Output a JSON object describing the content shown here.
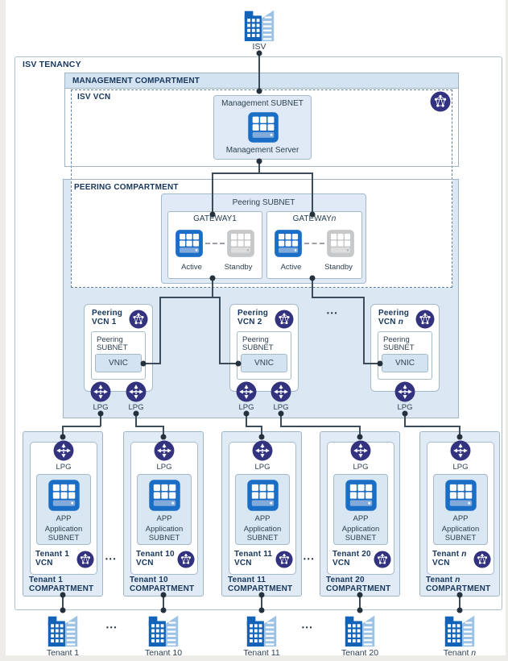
{
  "labels": {
    "isv": "ISV",
    "tenancy": "ISV TENANCY",
    "ellipsis": "•••"
  },
  "management": {
    "title": "MANAGEMENT COMPARTMENT",
    "vcn": "ISV VCN",
    "subnet": "Management SUBNET",
    "server": "Management Server"
  },
  "peering": {
    "title": "PEERING COMPARTMENT",
    "subnet": "Peering SUBNET",
    "lpg": "LPG",
    "gateways": [
      {
        "name": "GATEWAY1",
        "name_italic": "",
        "active": "Active",
        "standby": "Standby"
      },
      {
        "name": "GATEWAY",
        "name_italic": "n",
        "active": "Active",
        "standby": "Standby"
      }
    ],
    "vcns": [
      {
        "t1": "Peering",
        "t2": "VCN 1",
        "t2i": "",
        "s1": "Peering",
        "s2": "SUBNET",
        "vnic": "VNIC"
      },
      {
        "t1": "Peering",
        "t2": "VCN 2",
        "t2i": "",
        "s1": "Peering",
        "s2": "SUBNET",
        "vnic": "VNIC"
      },
      {
        "t1": "Peering",
        "t2": "VCN ",
        "t2i": "n",
        "s1": "Peering",
        "s2": "SUBNET",
        "vnic": "VNIC"
      }
    ]
  },
  "tenants": [
    {
      "lpg": "LPG",
      "app": "APP",
      "s1": "Application",
      "s2": "SUBNET",
      "vcn": "Tenant 1",
      "vcni": "",
      "vcn2": "VCN",
      "comp": "Tenant 1",
      "compi": "",
      "comp2": "COMPARTMENT",
      "building": "Tenant 1",
      "buildingi": ""
    },
    {
      "lpg": "LPG",
      "app": "APP",
      "s1": "Application",
      "s2": "SUBNET",
      "vcn": "Tenant 10",
      "vcni": "",
      "vcn2": "VCN",
      "comp": "Tenant 10",
      "compi": "",
      "comp2": "COMPARTMENT",
      "building": "Tenant 10",
      "buildingi": ""
    },
    {
      "lpg": "LPG",
      "app": "APP",
      "s1": "Application",
      "s2": "SUBNET",
      "vcn": "Tenant 11",
      "vcni": "",
      "vcn2": "VCN",
      "comp": "Tenant 11",
      "compi": "",
      "comp2": "COMPARTMENT",
      "building": "Tenant 11",
      "buildingi": ""
    },
    {
      "lpg": "LPG",
      "app": "APP",
      "s1": "Application",
      "s2": "SUBNET",
      "vcn": "Tenant 20",
      "vcni": "",
      "vcn2": "VCN",
      "comp": "Tenant 20",
      "compi": "",
      "comp2": "COMPARTMENT",
      "building": "Tenant 20",
      "buildingi": ""
    },
    {
      "lpg": "LPG",
      "app": "APP",
      "s1": "Application",
      "s2": "SUBNET",
      "vcn": "Tenant ",
      "vcni": "n",
      "vcn2": "VCN",
      "comp": "Tenant ",
      "compi": "n",
      "comp2": "COMPARTMENT",
      "building": "Tenant ",
      "buildingi": "n"
    }
  ],
  "colors": {
    "instance_blue": "#1b6ec6",
    "standby_gray": "#c7c8c9",
    "icon_indigo": "#32327e",
    "compartment_fill": "#dbe7f3",
    "line": "#3d4c5a"
  }
}
